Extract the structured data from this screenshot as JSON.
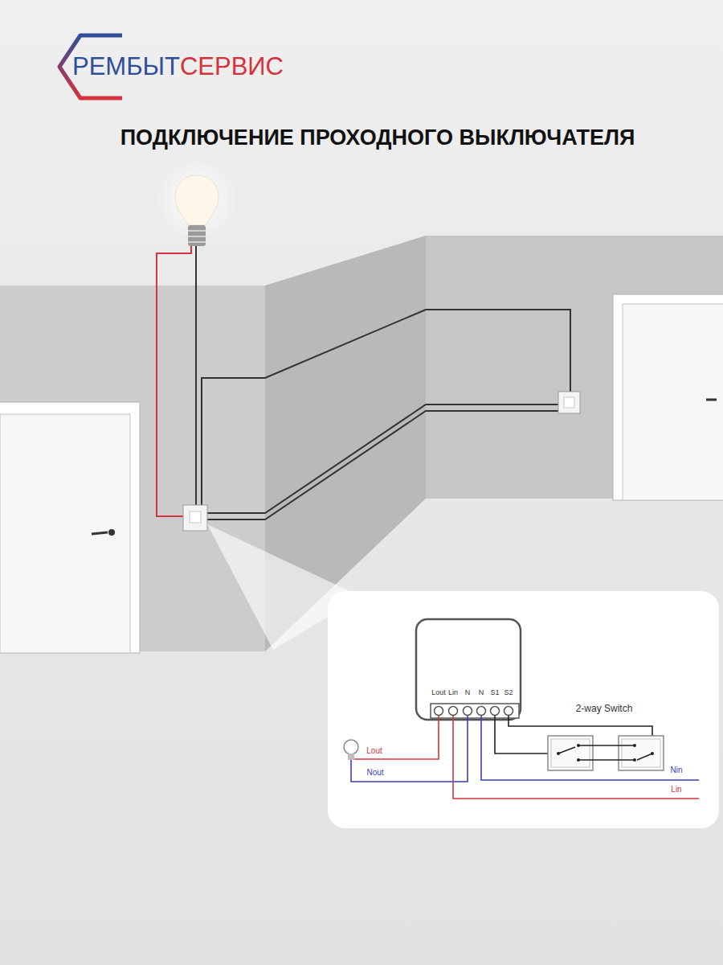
{
  "diagram": {
    "title": "ПОДКЛЮЧЕНИЕ ПРОХОДНОГО ВЫКЛЮЧАТЕЛЯ",
    "labels": [
      "РЕМБЫТ",
      "СЕРВИС",
      "Lout",
      "Lin",
      "N",
      "N",
      "S1",
      "S2",
      "2-way Switch",
      "Lout",
      "Nout",
      "Nin",
      "Lin"
    ]
  }
}
